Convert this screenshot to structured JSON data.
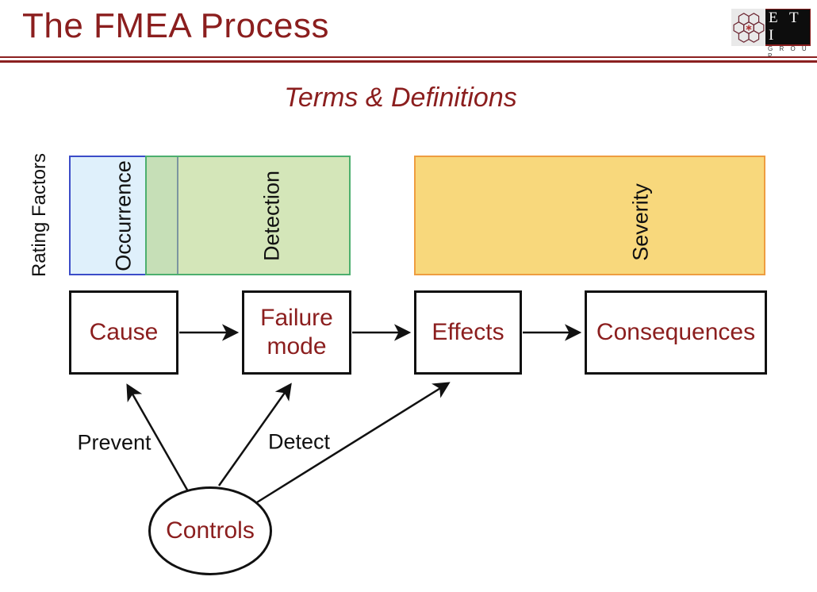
{
  "slide": {
    "title": "The FMEA Process",
    "subtitle": "Terms & Definitions"
  },
  "logo": {
    "brand": "E T I",
    "sub": "G R O U P"
  },
  "rating_band": {
    "axis_label": "Rating Factors",
    "factors": [
      {
        "label": "Occurrence",
        "fill": "#DFF0FB",
        "border": "#3B4CC8"
      },
      {
        "label": "Detection",
        "fill": "#D4E6B9",
        "border": "#4CAF6E"
      },
      {
        "label": "Severity",
        "fill": "#F8D87C",
        "border": "#EE9D40"
      }
    ]
  },
  "flow": {
    "boxes": [
      {
        "label": "Cause"
      },
      {
        "label": "Failure mode"
      },
      {
        "label": "Effects"
      },
      {
        "label": "Consequences"
      }
    ]
  },
  "controls": {
    "label": "Controls",
    "arrow_labels": [
      {
        "label": "Prevent"
      },
      {
        "label": "Detect"
      }
    ]
  },
  "colors": {
    "accent_text": "#8B1E1E",
    "separator": "#8B2020",
    "line": "#111111"
  }
}
